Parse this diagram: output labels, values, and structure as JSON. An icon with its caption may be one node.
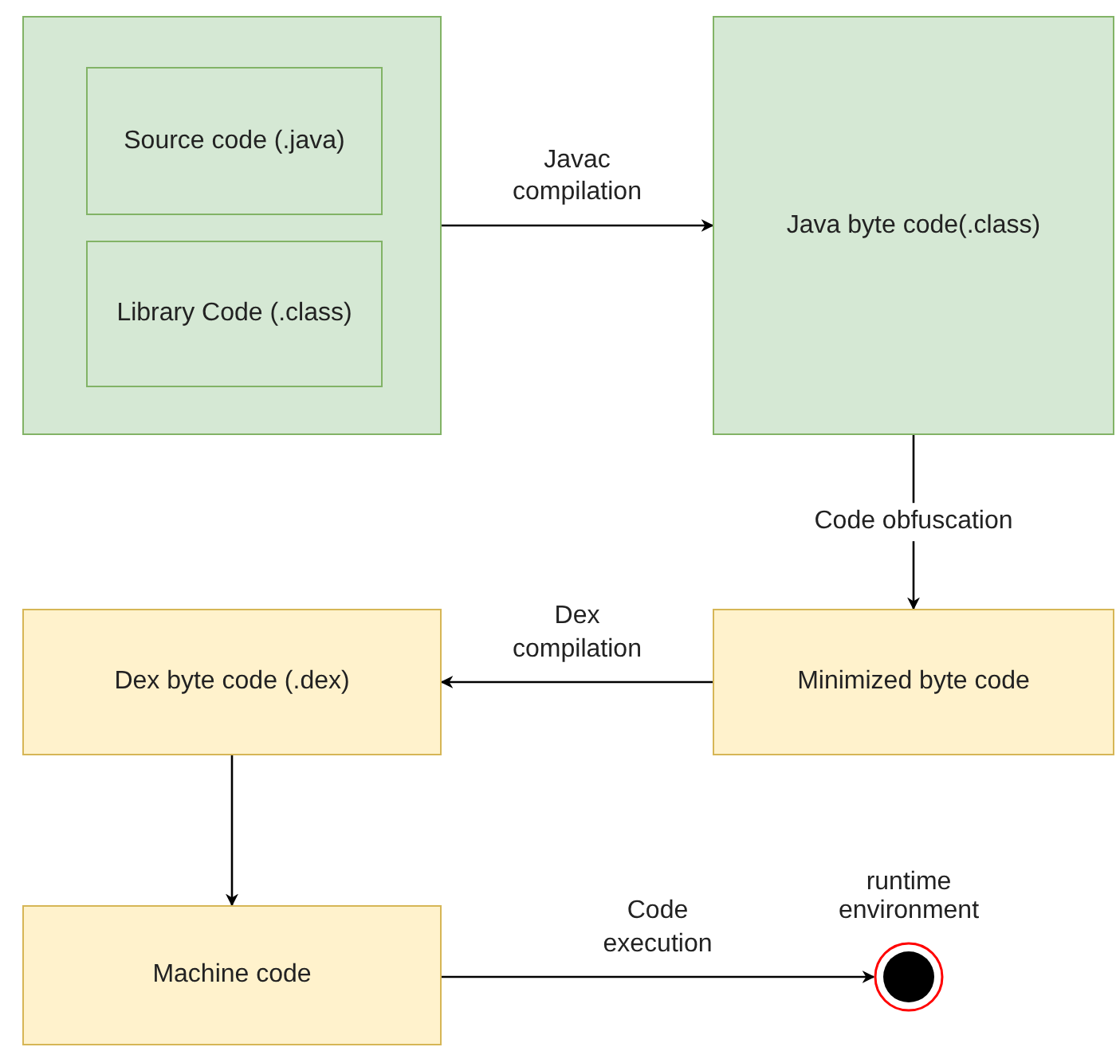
{
  "diagram": {
    "nodes": [
      {
        "text": [],
        "shape": "box"
      },
      {
        "text": [
          "Source code (.java)"
        ],
        "in": 0
      },
      {
        "text": [
          "Library Code (.class)"
        ],
        "in": 0
      },
      {
        "text": [
          "Java byte code(.class)"
        ]
      },
      {
        "text": [
          "Minimized byte code"
        ]
      },
      {
        "text": [
          "Dex byte code (.dex)"
        ]
      },
      {
        "text": [
          "Machine code"
        ]
      },
      {
        "text": [],
        "shape": "circle",
        "beside": [
          "runtime environment"
        ]
      }
    ],
    "edges": [
      {
        "from": 0,
        "to": 3,
        "arrow": "to",
        "label": "Javac compilation"
      },
      {
        "from": 3,
        "to": 4,
        "arrow": "to",
        "label": "Code obfuscation"
      },
      {
        "from": 4,
        "to": 5,
        "arrow": "to",
        "label": "Dex compilation"
      },
      {
        "from": 5,
        "to": 6,
        "arrow": "to"
      },
      {
        "from": 6,
        "to": 7,
        "arrow": "to",
        "label": "Code execution"
      }
    ]
  }
}
